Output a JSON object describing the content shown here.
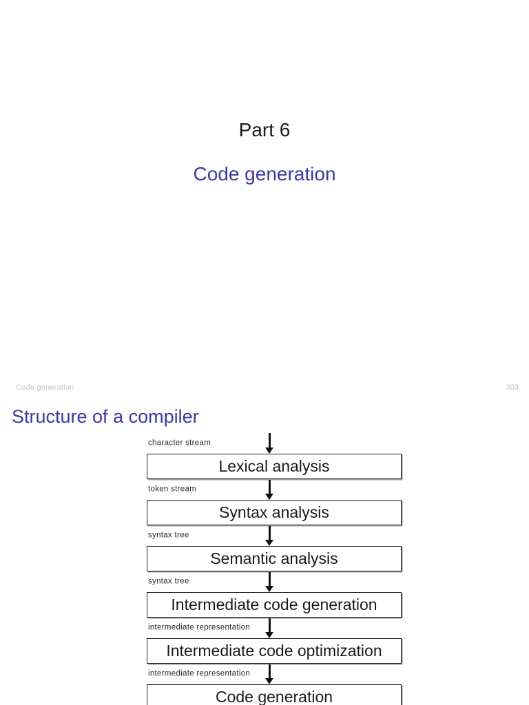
{
  "slide1": {
    "part_label": "Part 6",
    "title": "Code generation",
    "footer": {
      "section": "Code generation",
      "page_number": "303"
    }
  },
  "slide2": {
    "heading": "Structure of a compiler",
    "diagram": {
      "type": "vertical-flowchart",
      "stages": [
        {
          "input": "character stream",
          "box": "Lexical analysis"
        },
        {
          "input": "token stream",
          "box": "Syntax analysis"
        },
        {
          "input": "syntax tree",
          "box": "Semantic analysis"
        },
        {
          "input": "syntax tree",
          "box": "Intermediate code generation"
        },
        {
          "input": "intermediate representation",
          "box": "Intermediate code optimization"
        },
        {
          "input": "intermediate representation",
          "box": "Code generation"
        }
      ]
    }
  },
  "colors": {
    "accent_blue": "#3a36b4",
    "footer_gray": "#c3c3c3",
    "ink_black": "#1a1a1a"
  }
}
